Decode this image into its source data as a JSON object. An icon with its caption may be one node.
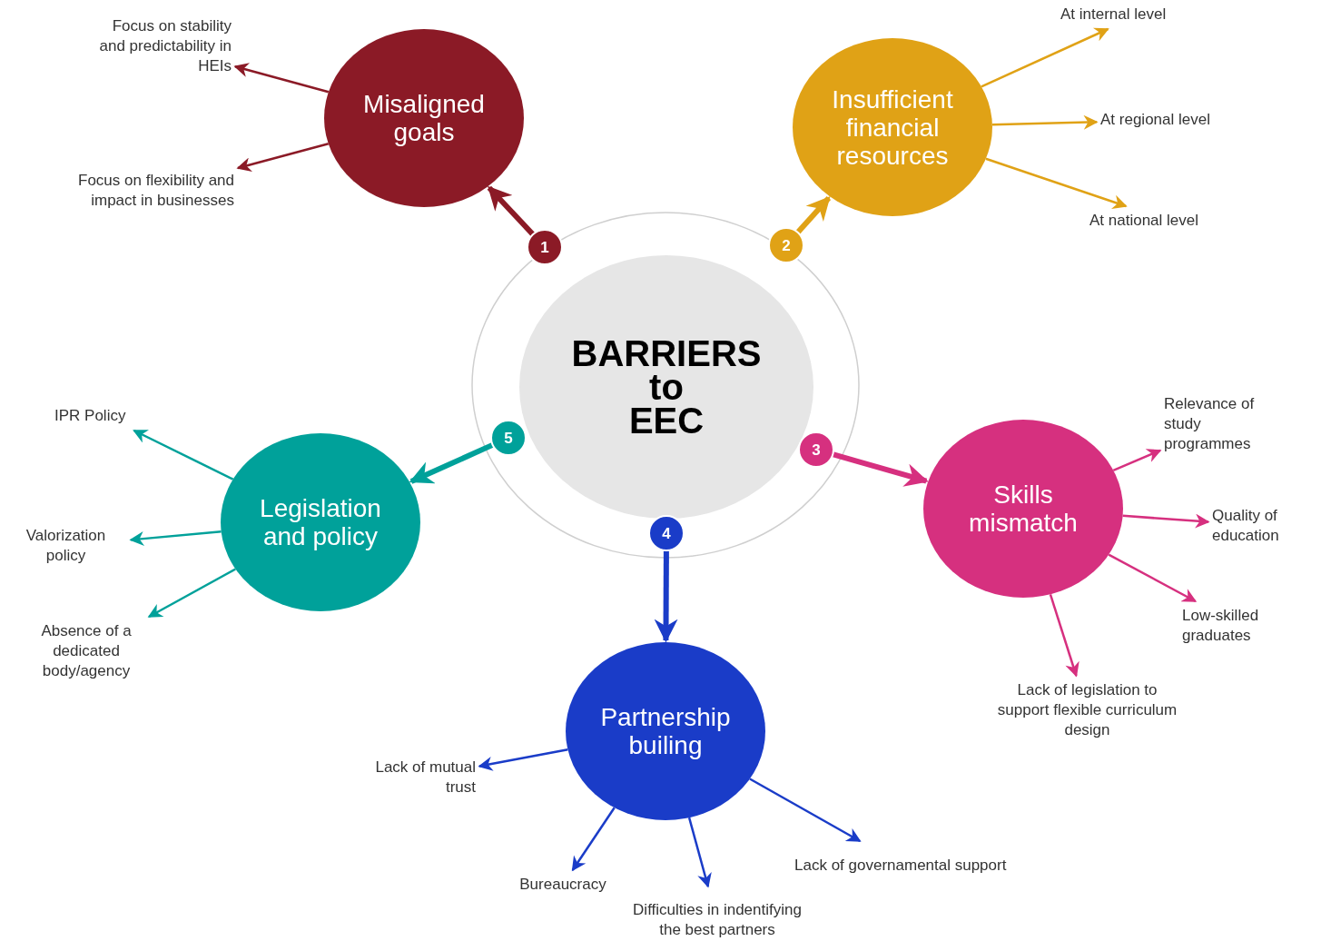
{
  "diagram": {
    "nodes": [
      {
        "text": [
          "BARRIERS to EEC"
        ]
      },
      {
        "text": [
          "1"
        ]
      },
      {
        "text": [
          "Misaligned goals"
        ]
      },
      {
        "text": [
          "Focus on stability and predictability in HEIs"
        ]
      },
      {
        "text": [
          "Focus on flexibility and impact in businesses"
        ]
      },
      {
        "text": [
          "2"
        ]
      },
      {
        "text": [
          "Insufficient financial resources"
        ]
      },
      {
        "text": [
          "At internal level"
        ]
      },
      {
        "text": [
          "At regional level"
        ]
      },
      {
        "text": [
          "At national level"
        ]
      },
      {
        "text": [
          "3"
        ]
      },
      {
        "text": [
          "Skills mismatch"
        ]
      },
      {
        "text": [
          "Relevance of study programmes"
        ]
      },
      {
        "text": [
          "Quality of education"
        ]
      },
      {
        "text": [
          "Low-skilled graduates"
        ]
      },
      {
        "text": [
          "Lack of legislation to support flexible curriculum design"
        ]
      },
      {
        "text": [
          "4"
        ]
      },
      {
        "text": [
          "Partnership builing"
        ]
      },
      {
        "text": [
          "Lack of mutual trust"
        ]
      },
      {
        "text": [
          "Bureaucracy"
        ]
      },
      {
        "text": [
          "Difficulties in indentifying the best partners"
        ]
      },
      {
        "text": [
          "Lack of governamental support"
        ]
      },
      {
        "text": [
          "5"
        ]
      },
      {
        "text": [
          "Legislation and policy"
        ]
      },
      {
        "text": [
          "IPR Policy"
        ]
      },
      {
        "text": [
          "Valorization policy"
        ]
      },
      {
        "text": [
          "Absence of a dedicated body/agency"
        ]
      }
    ],
    "edges": [
      {
        "from": 1,
        "to": 2,
        "arrow": "to",
        "style": "thick",
        "color": "#8b1a26"
      },
      {
        "from": 2,
        "to": 3,
        "arrow": "to",
        "color": "#8b1a26"
      },
      {
        "from": 2,
        "to": 4,
        "arrow": "to",
        "color": "#8b1a26"
      },
      {
        "from": 5,
        "to": 6,
        "arrow": "to",
        "style": "thick",
        "color": "#e0a216"
      },
      {
        "from": 6,
        "to": 7,
        "arrow": "to",
        "color": "#e0a216"
      },
      {
        "from": 6,
        "to": 8,
        "arrow": "to",
        "color": "#e0a216"
      },
      {
        "from": 6,
        "to": 9,
        "arrow": "to",
        "color": "#e0a216"
      },
      {
        "from": 10,
        "to": 11,
        "arrow": "to",
        "style": "thick",
        "color": "#d6307f"
      },
      {
        "from": 11,
        "to": 12,
        "arrow": "to",
        "color": "#d6307f"
      },
      {
        "from": 11,
        "to": 13,
        "arrow": "to",
        "color": "#d6307f"
      },
      {
        "from": 11,
        "to": 14,
        "arrow": "to",
        "color": "#d6307f"
      },
      {
        "from": 11,
        "to": 15,
        "arrow": "to",
        "color": "#d6307f"
      },
      {
        "from": 16,
        "to": 17,
        "arrow": "to",
        "style": "thick",
        "color": "#1a3cc8"
      },
      {
        "from": 17,
        "to": 18,
        "arrow": "to",
        "color": "#1a3cc8"
      },
      {
        "from": 17,
        "to": 19,
        "arrow": "to",
        "color": "#1a3cc8"
      },
      {
        "from": 17,
        "to": 20,
        "arrow": "to",
        "color": "#1a3cc8"
      },
      {
        "from": 17,
        "to": 21,
        "arrow": "to",
        "color": "#1a3cc8"
      },
      {
        "from": 22,
        "to": 23,
        "arrow": "to",
        "style": "thick",
        "color": "#00a19a"
      },
      {
        "from": 23,
        "to": 24,
        "arrow": "to",
        "color": "#00a19a"
      },
      {
        "from": 23,
        "to": 25,
        "arrow": "to",
        "color": "#00a19a"
      },
      {
        "from": 23,
        "to": 26,
        "arrow": "to",
        "color": "#00a19a"
      }
    ]
  }
}
